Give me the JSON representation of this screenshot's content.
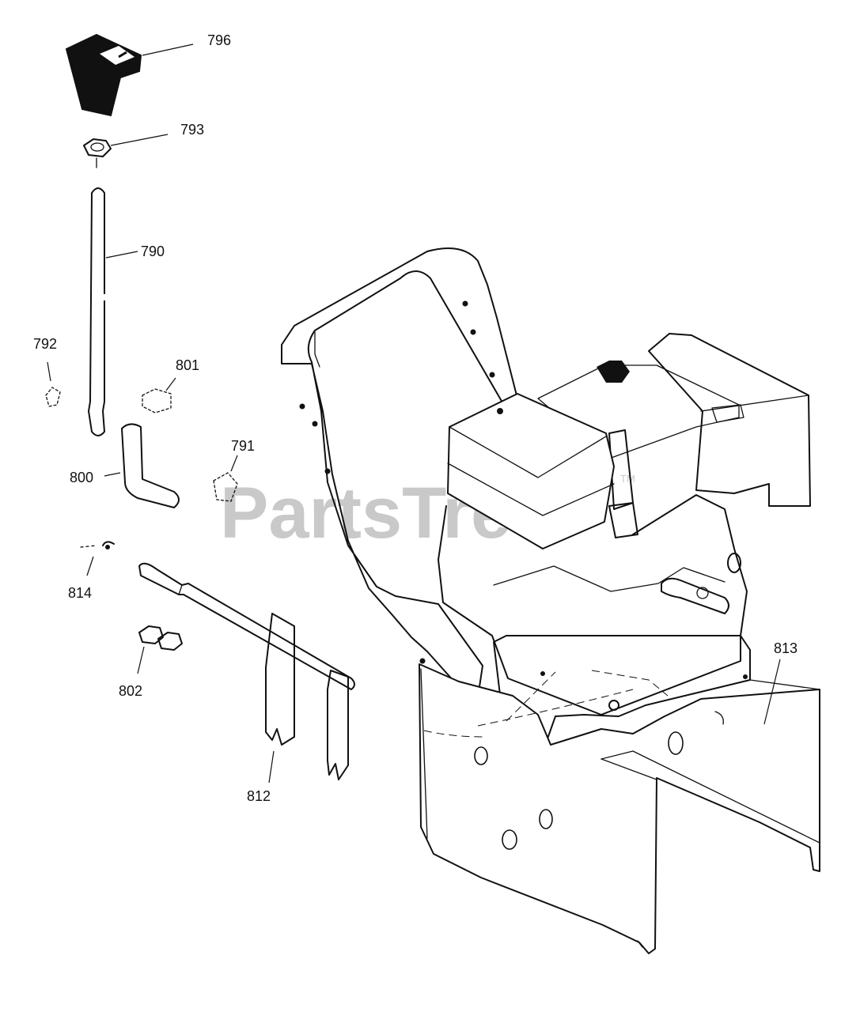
{
  "watermark": {
    "brand": "PartsTree",
    "trademark": "TM"
  },
  "callouts": [
    {
      "id": "796",
      "label": "796"
    },
    {
      "id": "793",
      "label": "793"
    },
    {
      "id": "790",
      "label": "790"
    },
    {
      "id": "792",
      "label": "792"
    },
    {
      "id": "801",
      "label": "801"
    },
    {
      "id": "791",
      "label": "791"
    },
    {
      "id": "800",
      "label": "800"
    },
    {
      "id": "814",
      "label": "814"
    },
    {
      "id": "802",
      "label": "802"
    },
    {
      "id": "812",
      "label": "812"
    },
    {
      "id": "813",
      "label": "813"
    }
  ]
}
